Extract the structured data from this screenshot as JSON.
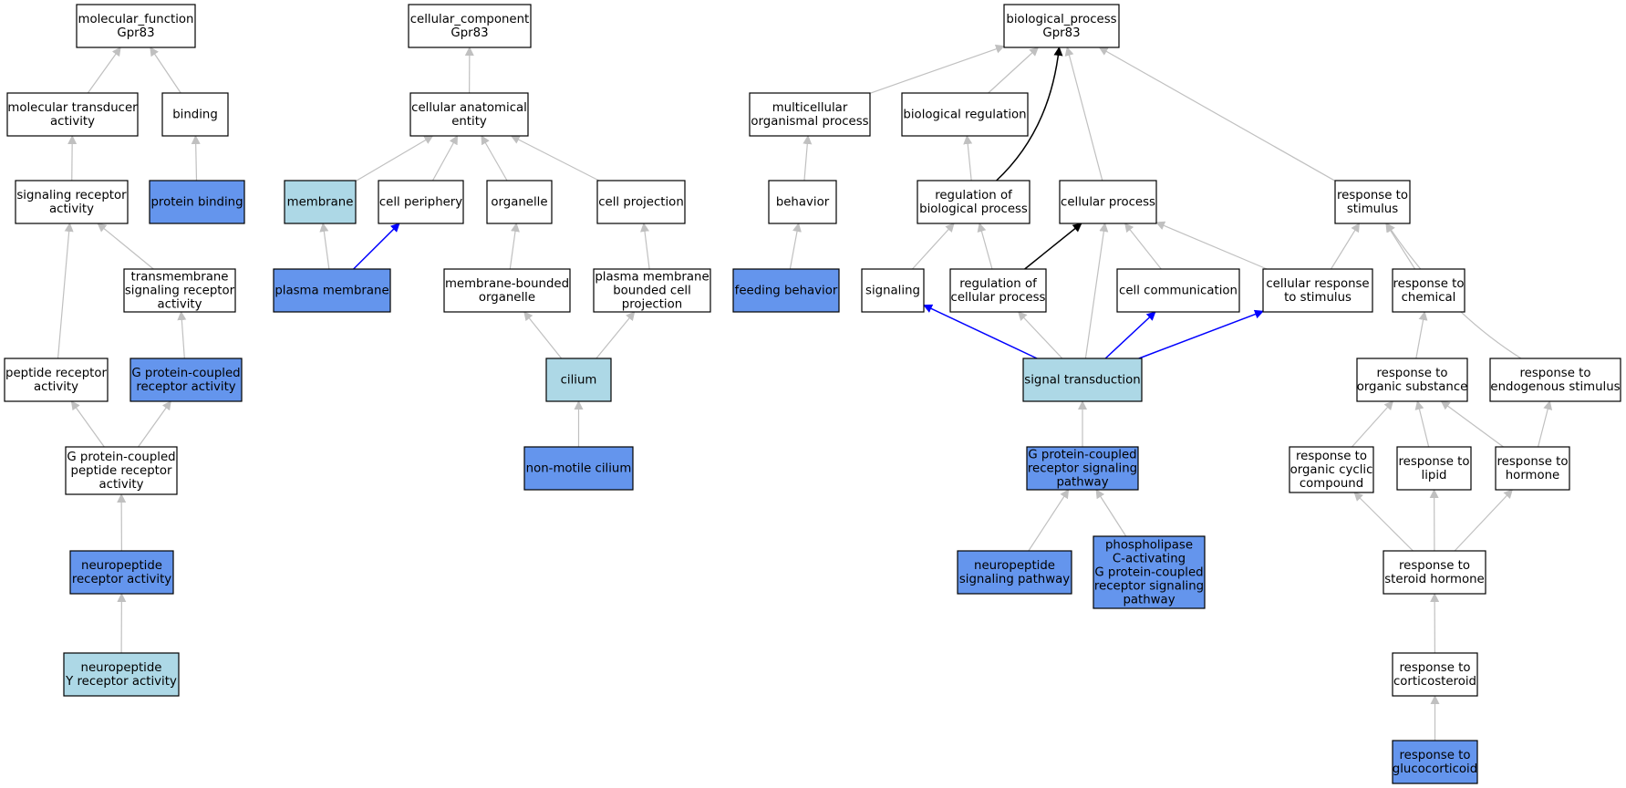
{
  "colors": {
    "plain": "#ffffff",
    "light": "#add8e6",
    "dark": "#6495ed",
    "edge_gray": "#c0c0c0",
    "edge_blue": "#0000ff",
    "edge_black": "#000000"
  },
  "nodes": [
    {
      "id": "mf",
      "lines": [
        "molecular_function",
        "Gpr83"
      ],
      "fill": "plain"
    },
    {
      "id": "mta",
      "lines": [
        "molecular transducer",
        "activity"
      ],
      "fill": "plain"
    },
    {
      "id": "binding",
      "lines": [
        "binding"
      ],
      "fill": "plain"
    },
    {
      "id": "sra",
      "lines": [
        "signaling receptor",
        "activity"
      ],
      "fill": "plain"
    },
    {
      "id": "pbind",
      "lines": [
        "protein binding"
      ],
      "fill": "dark"
    },
    {
      "id": "tsra",
      "lines": [
        "transmembrane",
        "signaling receptor",
        "activity"
      ],
      "fill": "plain"
    },
    {
      "id": "pra",
      "lines": [
        "peptide receptor",
        "activity"
      ],
      "fill": "plain"
    },
    {
      "id": "gpcra",
      "lines": [
        "G protein-coupled",
        "receptor activity"
      ],
      "fill": "dark"
    },
    {
      "id": "gpcpra",
      "lines": [
        "G protein-coupled",
        "peptide receptor",
        "activity"
      ],
      "fill": "plain"
    },
    {
      "id": "npra",
      "lines": [
        "neuropeptide",
        "receptor activity"
      ],
      "fill": "dark"
    },
    {
      "id": "npyra",
      "lines": [
        "neuropeptide",
        "Y receptor activity"
      ],
      "fill": "light"
    },
    {
      "id": "cc",
      "lines": [
        "cellular_component",
        "Gpr83"
      ],
      "fill": "plain"
    },
    {
      "id": "cae",
      "lines": [
        "cellular anatomical",
        "entity"
      ],
      "fill": "plain"
    },
    {
      "id": "membrane",
      "lines": [
        "membrane"
      ],
      "fill": "light"
    },
    {
      "id": "cperiph",
      "lines": [
        "cell periphery"
      ],
      "fill": "plain"
    },
    {
      "id": "organelle",
      "lines": [
        "organelle"
      ],
      "fill": "plain"
    },
    {
      "id": "cproj",
      "lines": [
        "cell projection"
      ],
      "fill": "plain"
    },
    {
      "id": "pmem",
      "lines": [
        "plasma membrane"
      ],
      "fill": "dark"
    },
    {
      "id": "mbo",
      "lines": [
        "membrane-bounded",
        "organelle"
      ],
      "fill": "plain"
    },
    {
      "id": "pmbcp",
      "lines": [
        "plasma membrane",
        "bounded cell",
        "projection"
      ],
      "fill": "plain"
    },
    {
      "id": "cilium",
      "lines": [
        "cilium"
      ],
      "fill": "light"
    },
    {
      "id": "nmc",
      "lines": [
        "non-motile cilium"
      ],
      "fill": "dark"
    },
    {
      "id": "bp",
      "lines": [
        "biological_process",
        "Gpr83"
      ],
      "fill": "plain"
    },
    {
      "id": "mop",
      "lines": [
        "multicellular",
        "organismal process"
      ],
      "fill": "plain"
    },
    {
      "id": "breg",
      "lines": [
        "biological regulation"
      ],
      "fill": "plain"
    },
    {
      "id": "behavior",
      "lines": [
        "behavior"
      ],
      "fill": "plain"
    },
    {
      "id": "rbp",
      "lines": [
        "regulation of",
        "biological process"
      ],
      "fill": "plain"
    },
    {
      "id": "cproc",
      "lines": [
        "cellular process"
      ],
      "fill": "plain"
    },
    {
      "id": "rts",
      "lines": [
        "response to",
        "stimulus"
      ],
      "fill": "plain"
    },
    {
      "id": "feed",
      "lines": [
        "feeding behavior"
      ],
      "fill": "dark"
    },
    {
      "id": "signaling",
      "lines": [
        "signaling"
      ],
      "fill": "plain"
    },
    {
      "id": "rcp",
      "lines": [
        "regulation of",
        "cellular process"
      ],
      "fill": "plain"
    },
    {
      "id": "ccomm",
      "lines": [
        "cell communication"
      ],
      "fill": "plain"
    },
    {
      "id": "crts",
      "lines": [
        "cellular response",
        "to stimulus"
      ],
      "fill": "plain"
    },
    {
      "id": "rtc",
      "lines": [
        "response to",
        "chemical"
      ],
      "fill": "plain"
    },
    {
      "id": "st",
      "lines": [
        "signal transduction"
      ],
      "fill": "light"
    },
    {
      "id": "rtos",
      "lines": [
        "response to",
        "organic substance"
      ],
      "fill": "plain"
    },
    {
      "id": "rtes",
      "lines": [
        "response to",
        "endogenous stimulus"
      ],
      "fill": "plain"
    },
    {
      "id": "gpcrsp",
      "lines": [
        "G protein-coupled",
        "receptor signaling",
        "pathway"
      ],
      "fill": "dark"
    },
    {
      "id": "rtocc",
      "lines": [
        "response to",
        "organic cyclic",
        "compound"
      ],
      "fill": "plain"
    },
    {
      "id": "rtl",
      "lines": [
        "response to",
        "lipid"
      ],
      "fill": "plain"
    },
    {
      "id": "rth",
      "lines": [
        "response to",
        "hormone"
      ],
      "fill": "plain"
    },
    {
      "id": "npsp",
      "lines": [
        "neuropeptide",
        "signaling pathway"
      ],
      "fill": "dark"
    },
    {
      "id": "plc",
      "lines": [
        "phospholipase",
        "C-activating",
        "G protein-coupled",
        "receptor signaling",
        "pathway"
      ],
      "fill": "dark"
    },
    {
      "id": "rtsh",
      "lines": [
        "response to",
        "steroid hormone"
      ],
      "fill": "plain"
    },
    {
      "id": "rtcs",
      "lines": [
        "response to",
        "corticosteroid"
      ],
      "fill": "plain"
    },
    {
      "id": "rtg",
      "lines": [
        "response to",
        "glucocorticoid"
      ],
      "fill": "dark"
    }
  ],
  "edges": [
    {
      "from": "mta",
      "to": "mf",
      "color": "edge_gray"
    },
    {
      "from": "binding",
      "to": "mf",
      "color": "edge_gray"
    },
    {
      "from": "sra",
      "to": "mta",
      "color": "edge_gray"
    },
    {
      "from": "pbind",
      "to": "binding",
      "color": "edge_gray"
    },
    {
      "from": "pra",
      "to": "sra",
      "color": "edge_gray"
    },
    {
      "from": "tsra",
      "to": "sra",
      "color": "edge_gray"
    },
    {
      "from": "gpcra",
      "to": "tsra",
      "color": "edge_gray"
    },
    {
      "from": "gpcpra",
      "to": "pra",
      "color": "edge_gray"
    },
    {
      "from": "gpcpra",
      "to": "gpcra",
      "color": "edge_gray"
    },
    {
      "from": "npra",
      "to": "gpcpra",
      "color": "edge_gray"
    },
    {
      "from": "npyra",
      "to": "npra",
      "color": "edge_gray"
    },
    {
      "from": "cae",
      "to": "cc",
      "color": "edge_gray"
    },
    {
      "from": "membrane",
      "to": "cae",
      "color": "edge_gray"
    },
    {
      "from": "cperiph",
      "to": "cae",
      "color": "edge_gray"
    },
    {
      "from": "organelle",
      "to": "cae",
      "color": "edge_gray"
    },
    {
      "from": "cproj",
      "to": "cae",
      "color": "edge_gray"
    },
    {
      "from": "pmem",
      "to": "membrane",
      "color": "edge_gray"
    },
    {
      "from": "pmem",
      "to": "cperiph",
      "color": "edge_blue"
    },
    {
      "from": "mbo",
      "to": "organelle",
      "color": "edge_gray"
    },
    {
      "from": "pmbcp",
      "to": "cproj",
      "color": "edge_gray"
    },
    {
      "from": "cilium",
      "to": "mbo",
      "color": "edge_gray"
    },
    {
      "from": "cilium",
      "to": "pmbcp",
      "color": "edge_gray"
    },
    {
      "from": "nmc",
      "to": "cilium",
      "color": "edge_gray"
    },
    {
      "from": "mop",
      "to": "bp",
      "color": "edge_gray"
    },
    {
      "from": "breg",
      "to": "bp",
      "color": "edge_gray"
    },
    {
      "from": "rbp",
      "to": "bp",
      "color": "edge_black",
      "curve": true
    },
    {
      "from": "cproc",
      "to": "bp",
      "color": "edge_gray"
    },
    {
      "from": "rts",
      "to": "bp",
      "color": "edge_gray"
    },
    {
      "from": "behavior",
      "to": "mop",
      "color": "edge_gray"
    },
    {
      "from": "rbp",
      "to": "breg",
      "color": "edge_gray"
    },
    {
      "from": "feed",
      "to": "behavior",
      "color": "edge_gray"
    },
    {
      "from": "signaling",
      "to": "rbp",
      "color": "edge_gray"
    },
    {
      "from": "rcp",
      "to": "rbp",
      "color": "edge_gray"
    },
    {
      "from": "rcp",
      "to": "cproc",
      "color": "edge_black"
    },
    {
      "from": "ccomm",
      "to": "cproc",
      "color": "edge_gray"
    },
    {
      "from": "crts",
      "to": "cproc",
      "color": "edge_gray"
    },
    {
      "from": "crts",
      "to": "rts",
      "color": "edge_gray"
    },
    {
      "from": "rtc",
      "to": "rts",
      "color": "edge_gray"
    },
    {
      "from": "rtes",
      "to": "rts",
      "color": "edge_gray",
      "curve": true
    },
    {
      "from": "st",
      "to": "signaling",
      "color": "edge_blue"
    },
    {
      "from": "st",
      "to": "rcp",
      "color": "edge_gray"
    },
    {
      "from": "st",
      "to": "cproc",
      "color": "edge_gray"
    },
    {
      "from": "st",
      "to": "ccomm",
      "color": "edge_blue"
    },
    {
      "from": "st",
      "to": "crts",
      "color": "edge_blue"
    },
    {
      "from": "rtos",
      "to": "rtc",
      "color": "edge_gray"
    },
    {
      "from": "gpcrsp",
      "to": "st",
      "color": "edge_gray"
    },
    {
      "from": "npsp",
      "to": "gpcrsp",
      "color": "edge_gray"
    },
    {
      "from": "plc",
      "to": "gpcrsp",
      "color": "edge_gray"
    },
    {
      "from": "rtocc",
      "to": "rtos",
      "color": "edge_gray"
    },
    {
      "from": "rtl",
      "to": "rtos",
      "color": "edge_gray"
    },
    {
      "from": "rth",
      "to": "rtos",
      "color": "edge_gray"
    },
    {
      "from": "rth",
      "to": "rtes",
      "color": "edge_gray"
    },
    {
      "from": "rtsh",
      "to": "rtocc",
      "color": "edge_gray"
    },
    {
      "from": "rtsh",
      "to": "rtl",
      "color": "edge_gray"
    },
    {
      "from": "rtsh",
      "to": "rth",
      "color": "edge_gray"
    },
    {
      "from": "rtcs",
      "to": "rtsh",
      "color": "edge_gray"
    },
    {
      "from": "rtg",
      "to": "rtcs",
      "color": "edge_gray"
    }
  ]
}
